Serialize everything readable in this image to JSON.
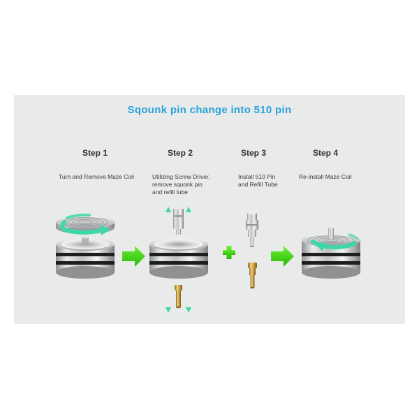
{
  "title": "Sqounk pin change into 510 pin",
  "steps": [
    {
      "heading": "Step 1",
      "desc_lines": [
        "Turn and Remove Maze Coil"
      ]
    },
    {
      "heading": "Step 2",
      "desc_lines": [
        "Utilizing Screw Driver,",
        "remove squonk pin",
        "and refill tube"
      ]
    },
    {
      "heading": "Step 3",
      "desc_lines": [
        "Install 510 Pin",
        "and Refill Tube"
      ]
    },
    {
      "heading": "Step 4",
      "desc_lines": [
        "Re-install Maze Coil"
      ]
    }
  ],
  "colors": {
    "title": "#2aa3dc",
    "panel": "#e9eaea",
    "arrow_green": "#39d300",
    "rotation_arrow": "#3ed8a8",
    "brass": "#c9a04a",
    "steel": "#c8c8c8"
  },
  "icons": [
    "rotate-arrow-icon",
    "right-arrow-icon",
    "plus-icon",
    "up-arrow-icon",
    "down-arrow-icon"
  ]
}
